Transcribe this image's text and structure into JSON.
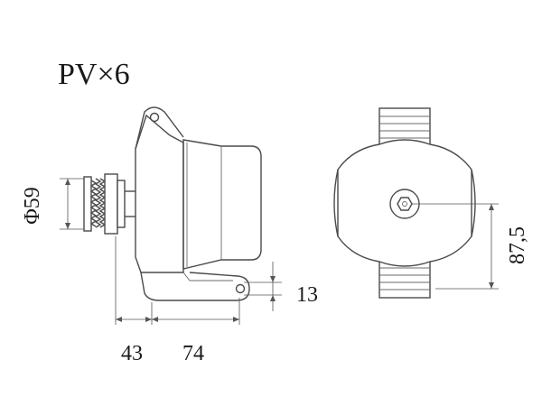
{
  "title": "PV×6",
  "dimensions": {
    "diameter": "Φ59",
    "offset_43": "43",
    "length_74": "74",
    "ear_13": "13",
    "height_87": "87,5"
  },
  "colors": {
    "line": "#4a4a4a",
    "text": "#1a1a1a",
    "background": "#ffffff"
  }
}
